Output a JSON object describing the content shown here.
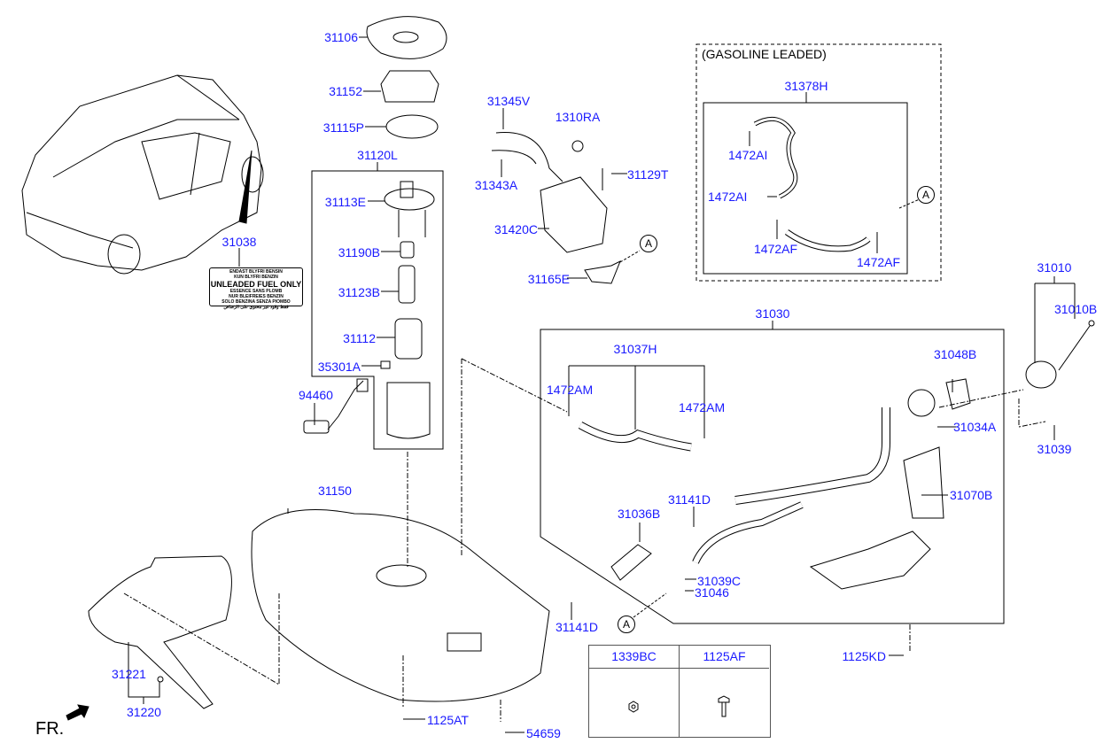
{
  "diagram": {
    "title": "Fuel Tank & Fuel Filler Assembly (exploded parts view)",
    "orientation_label": "FR.",
    "variant_box_label": "(GASOLINE LEADED)",
    "reference_marker": "A",
    "sticker": {
      "lines": [
        "ENDAST BLYFRI BENSIN",
        "KUN BLYFRI BENZIN",
        "UNLEADED FUEL ONLY",
        "ESSENCE SANS PLOMB",
        "NUR BLEIFREIES BENZIN",
        "SOLO BENZINA SENZA PIOMBO",
        "فقط وقود غير محتوي على الرصاص"
      ]
    },
    "parts": {
      "p31106": "31106",
      "p31152": "31152",
      "p31115P": "31115P",
      "p31120L": "31120L",
      "p31113E": "31113E",
      "p31190B": "31190B",
      "p31123B": "31123B",
      "p31112": "31112",
      "p35301A": "35301A",
      "p94460": "94460",
      "p31038": "31038",
      "p31345V": "31345V",
      "p1310RA": "1310RA",
      "p31129T": "31129T",
      "p31343A": "31343A",
      "p31420C": "31420C",
      "p31165E": "31165E",
      "p31378H": "31378H",
      "p1472AI_1": "1472AI",
      "p1472AI_2": "1472AI",
      "p1472AF_1": "1472AF",
      "p1472AF_2": "1472AF",
      "p31010": "31010",
      "p31010B": "31010B",
      "p31030": "31030",
      "p31037H": "31037H",
      "p1472AM_1": "1472AM",
      "p1472AM_2": "1472AM",
      "p31048B": "31048B",
      "p31034A": "31034A",
      "p31039": "31039",
      "p31070B": "31070B",
      "p31141D_1": "31141D",
      "p31141D_2": "31141D",
      "p31036B": "31036B",
      "p31039C": "31039C",
      "p31046": "31046",
      "p31150": "31150",
      "p1125AT": "1125AT",
      "p54659": "54659",
      "p1125KD": "1125KD",
      "p31221": "31221",
      "p31220": "31220"
    },
    "common_parts_table": {
      "headers": [
        "1339BC",
        "1125AF"
      ]
    },
    "colors": {
      "label": "#1a1aff",
      "line": "#000000",
      "background": "#ffffff"
    }
  }
}
